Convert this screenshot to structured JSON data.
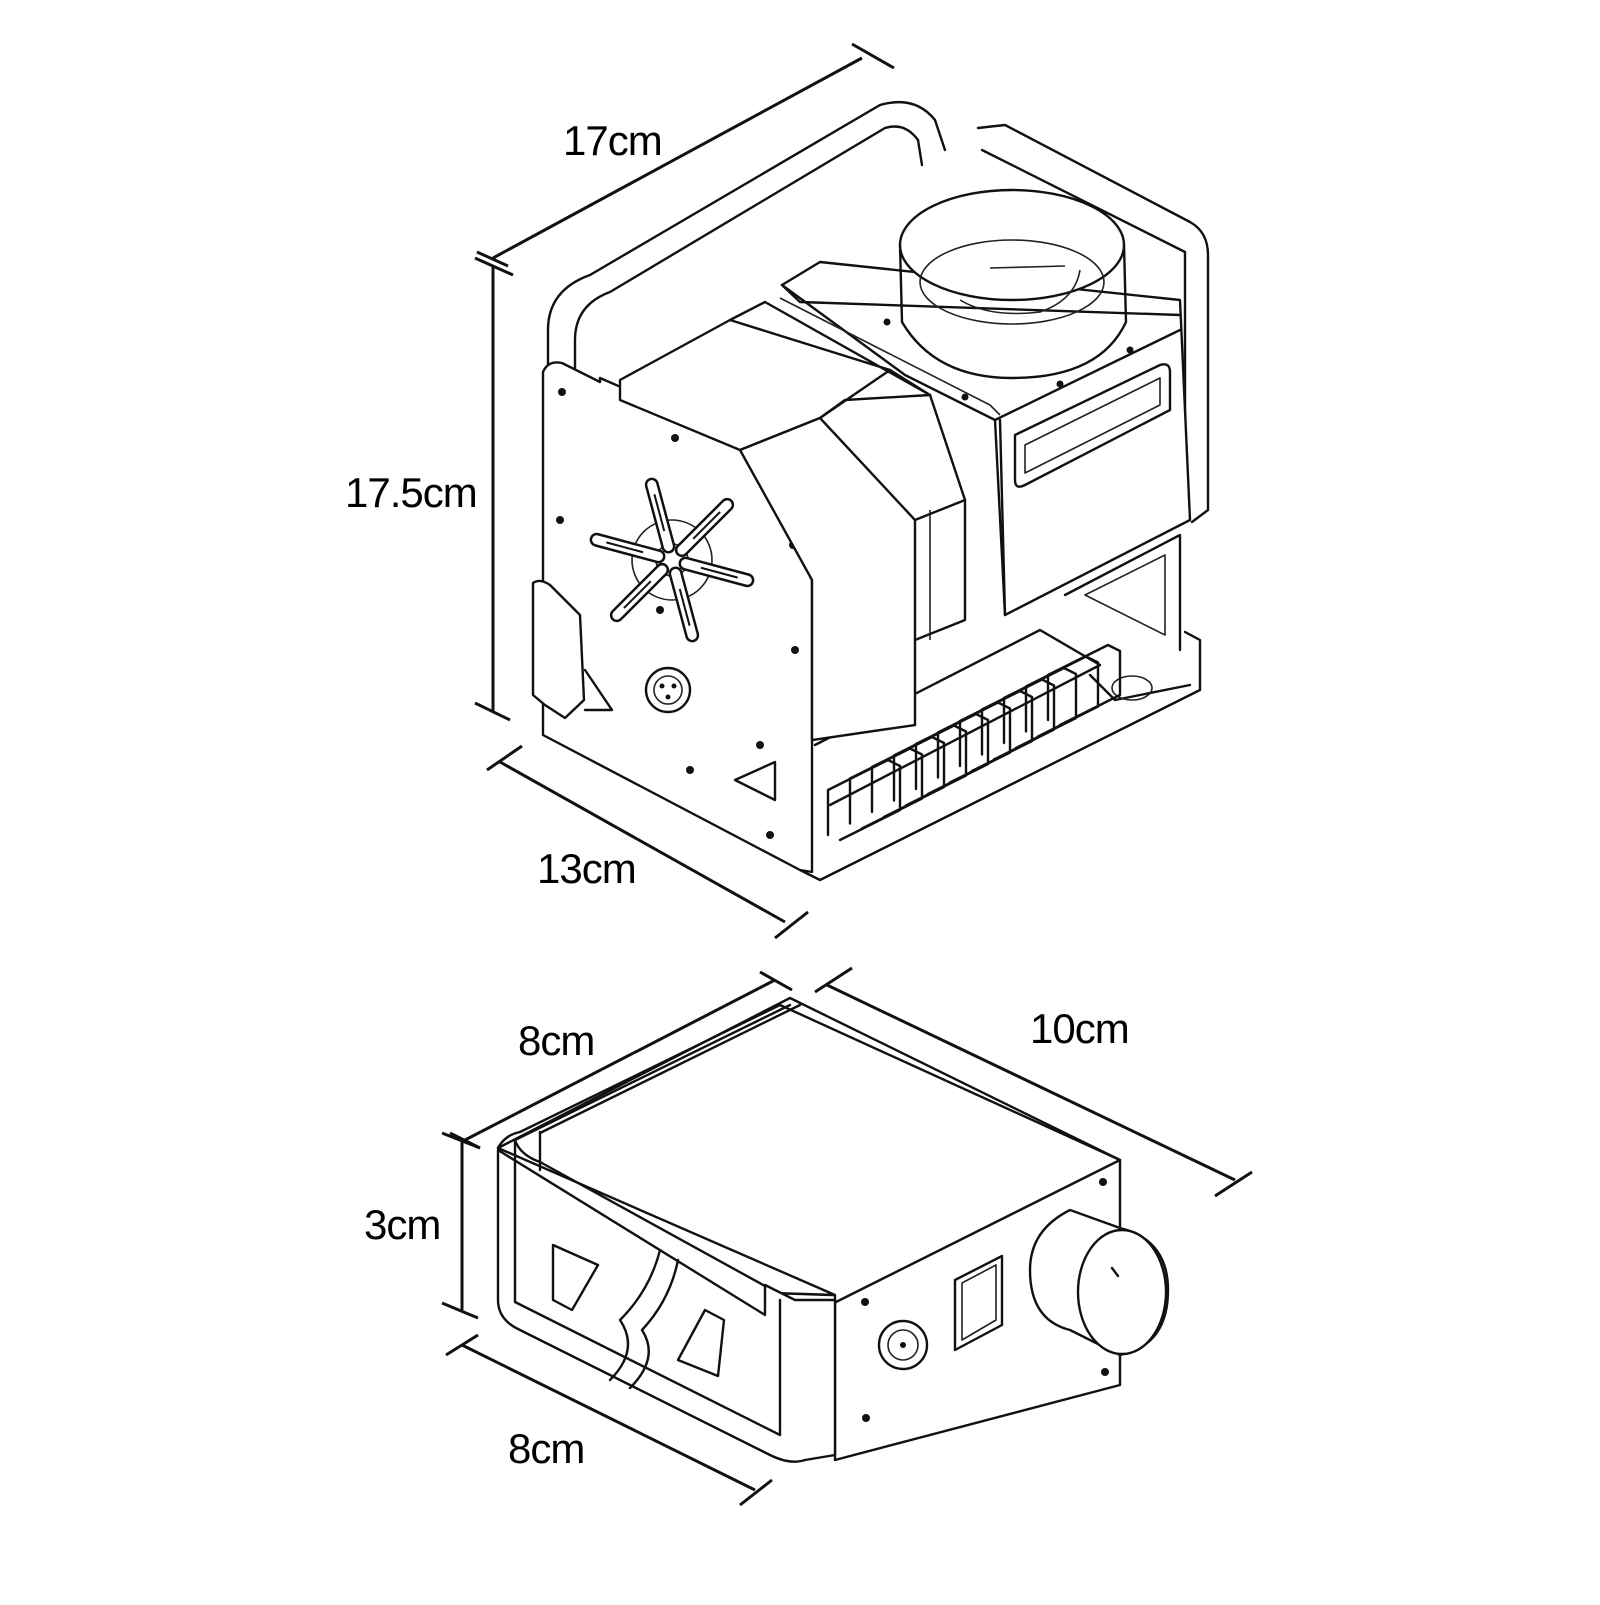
{
  "dimensions": {
    "projector": {
      "length": "17cm",
      "height": "17.5cm",
      "width": "13cm"
    },
    "controller": {
      "width_top": "8cm",
      "length": "10cm",
      "height": "3cm",
      "width_bottom": "8cm"
    }
  },
  "colors": {
    "line": "#111111",
    "background": "#ffffff"
  }
}
